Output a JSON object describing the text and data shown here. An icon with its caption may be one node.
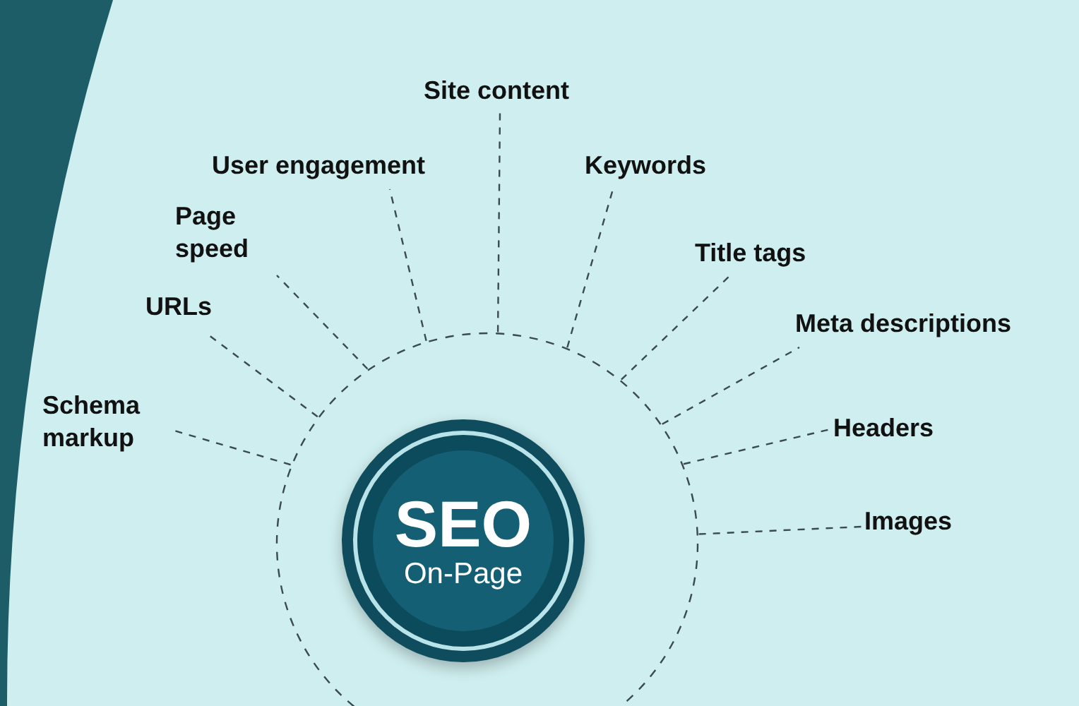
{
  "diagram": {
    "nodes": [
      {
        "text": [],
        "shape": "circle"
      },
      {
        "text": [
          "SEO",
          "On-Page"
        ],
        "in": 0
      },
      {
        "text": [
          "Site content"
        ]
      },
      {
        "text": [
          "User engagement"
        ]
      },
      {
        "text": [
          "Keywords"
        ]
      },
      {
        "text": [
          "Page speed"
        ]
      },
      {
        "text": [
          "Title tags"
        ]
      },
      {
        "text": [
          "URLs"
        ]
      },
      {
        "text": [
          "Meta descriptions"
        ]
      },
      {
        "text": [
          "Schema markup"
        ]
      },
      {
        "text": [
          "Headers"
        ]
      },
      {
        "text": [
          "Images"
        ]
      }
    ],
    "edges": [
      {
        "from": 0,
        "to": 2,
        "arrow": "none",
        "style": "dashed"
      },
      {
        "from": 0,
        "to": 3,
        "arrow": "none",
        "style": "dashed"
      },
      {
        "from": 0,
        "to": 4,
        "arrow": "none",
        "style": "dashed"
      },
      {
        "from": 0,
        "to": 5,
        "arrow": "none",
        "style": "dashed"
      },
      {
        "from": 0,
        "to": 6,
        "arrow": "none",
        "style": "dashed"
      },
      {
        "from": 0,
        "to": 7,
        "arrow": "none",
        "style": "dashed"
      },
      {
        "from": 0,
        "to": 8,
        "arrow": "none",
        "style": "dashed"
      },
      {
        "from": 0,
        "to": 9,
        "arrow": "none",
        "style": "dashed"
      },
      {
        "from": 0,
        "to": 10,
        "arrow": "none",
        "style": "dashed"
      },
      {
        "from": 0,
        "to": 11,
        "arrow": "none",
        "style": "dashed"
      }
    ]
  }
}
